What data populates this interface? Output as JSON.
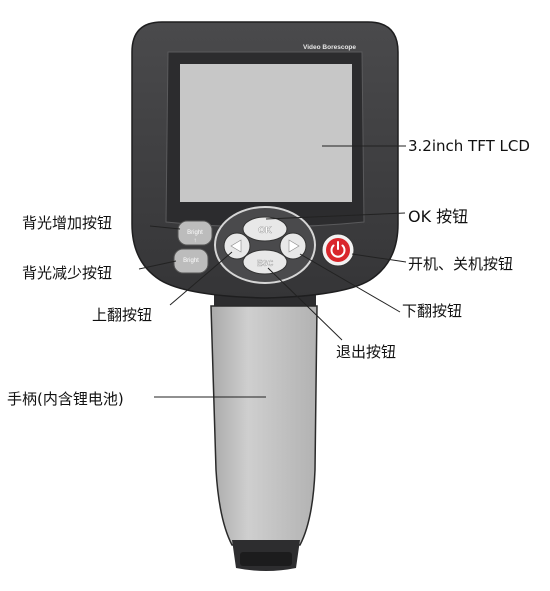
{
  "device": {
    "brand_text": "Video Borescope",
    "buttons": {
      "bright_up": "Bright",
      "bright_down": "Bright",
      "ok": "OK",
      "esc": "ESC"
    }
  },
  "callouts": {
    "lcd": "3.2inch TFT LCD",
    "ok_button": "OK 按钮",
    "power_button": "开机、关机按钮",
    "bright_up": "背光增加按钮",
    "bright_down": "背光减少按钮",
    "page_up": "上翻按钮",
    "page_down": "下翻按钮",
    "esc_button": "退出按钮",
    "handle": "手柄(内含锂电池)"
  },
  "colors": {
    "body_dark": "#3f3f41",
    "screen": "#c7c7c7",
    "handle": "#bdbdbd",
    "power_red": "#d9262b",
    "nav_button": "#e8e8e8"
  }
}
